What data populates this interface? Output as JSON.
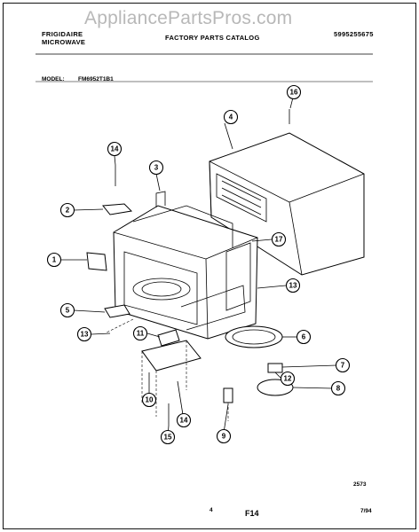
{
  "watermark": "AppliancePartsPros.com",
  "header": {
    "brand_line1": "FRIGIDAIRE",
    "brand_line2": "MICROWAVE",
    "catalog_title": "FACTORY PARTS CATALOG",
    "catalog_number": "5995255675"
  },
  "model": {
    "label": "MODEL:",
    "value": "FM6952T1B1"
  },
  "callouts": [
    "1",
    "2",
    "3",
    "4",
    "5",
    "6",
    "7",
    "8",
    "9",
    "10",
    "11",
    "12",
    "13",
    "14",
    "15",
    "16",
    "17"
  ],
  "footer": {
    "diagram_code": "2573",
    "page_number": "4",
    "figure": "F14",
    "date": "7/94"
  }
}
